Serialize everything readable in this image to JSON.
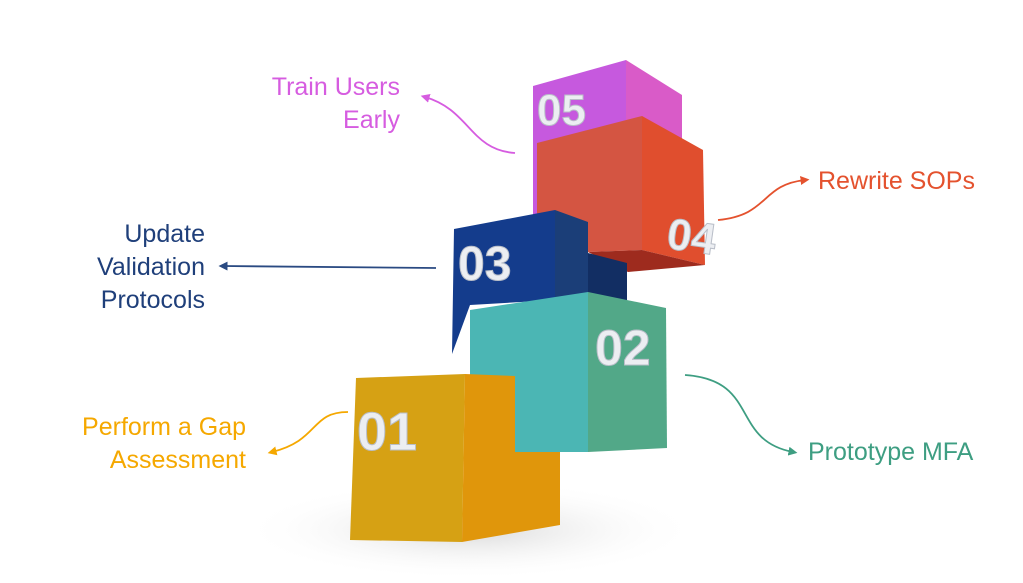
{
  "steps": [
    {
      "number": "01",
      "label_lines": [
        "Perform a Gap",
        "Assessment"
      ],
      "color": "#F5A800"
    },
    {
      "number": "02",
      "label_lines": [
        "Prototype MFA"
      ],
      "color": "#3E9E82"
    },
    {
      "number": "03",
      "label_lines": [
        "Update",
        "Validation",
        "Protocols"
      ],
      "color": "#1F3F7A"
    },
    {
      "number": "04",
      "label_lines": [
        "Rewrite SOPs"
      ],
      "color": "#E4522E"
    },
    {
      "number": "05",
      "label_lines": [
        "Train Users",
        "Early"
      ],
      "color": "#D057E0"
    }
  ]
}
